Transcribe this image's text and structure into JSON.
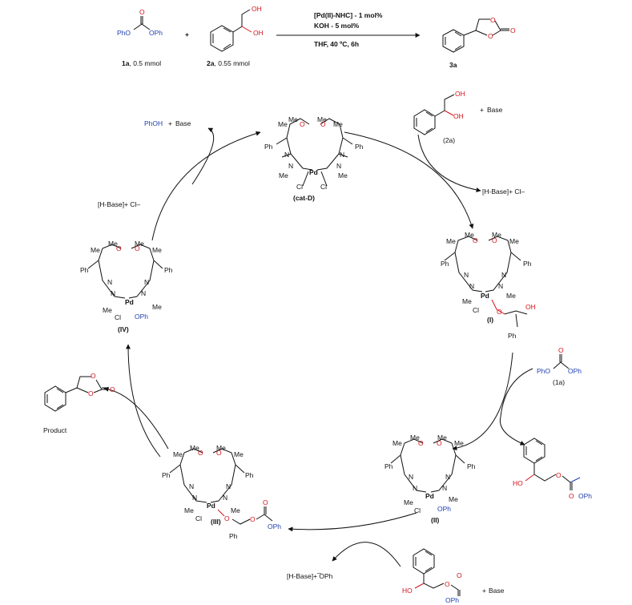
{
  "reaction": {
    "reagent1": {
      "left": "PhO",
      "right": "OPh",
      "label": "1a",
      "amount": ", 0.5 mmol"
    },
    "reagent2": {
      "oh_top": "OH",
      "oh_bottom": "OH",
      "label": "2a",
      "amount": ", 0.55 mmol"
    },
    "plus": "+",
    "conditions": [
      "[Pd(II)-NHC] - 1 mol%",
      "KOH - 5 mol%",
      "THF, 40 ºC, 6h"
    ],
    "product_label": "3a",
    "product_o": "O",
    "product_o2": "O"
  },
  "cycle": {
    "catalyst_label": "(cat-D)",
    "phenol_out": "PhOH",
    "phenol_plus": "+",
    "phenol_base": "Base",
    "hbase_left": "[H-Base]+ Cl–",
    "hbase_right": "[H-Base]+ Cl–",
    "diol_label": "(2a)",
    "diol_plus": "+",
    "diol_base": "Base",
    "diol_oh1": "OH",
    "diol_oh2": "OH",
    "carbonate_label": "(1a)",
    "carbonate_left": "PhO",
    "carbonate_right": "OPh",
    "product_text": "Product",
    "hbase_bottom": "[H-Base]+ ̅OPh",
    "bottom_plus": "+",
    "bottom_base": "Base",
    "inter_I": "(I)",
    "inter_II": "(II)",
    "inter_III": "(III)",
    "inter_IV": "(IV)"
  },
  "atoms": {
    "me": "Me",
    "ph": "Ph",
    "o": "O",
    "n": "N",
    "pd": "Pd",
    "cl": "Cl",
    "oph": "OPh",
    "oh": "OH",
    "ho": "HO"
  }
}
